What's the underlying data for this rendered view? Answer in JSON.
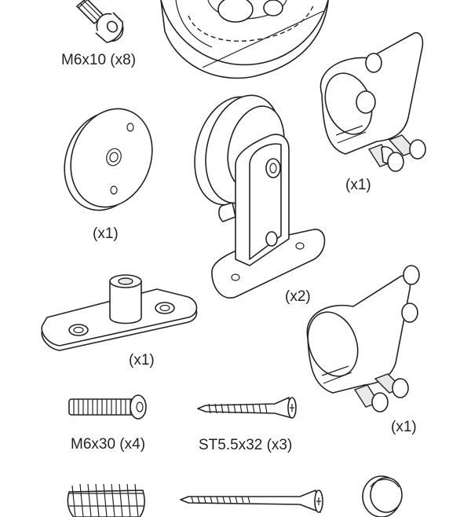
{
  "labels": {
    "m6x10": "M6x10 (x8)",
    "disc": "(x1)",
    "clamp_top": "(x1)",
    "roller": "(x2)",
    "floor_guide": "(x1)",
    "clamp_bottom": "(x1)",
    "m6x30": "M6x30 (x4)",
    "st55x32": "ST5.5x32 (x3)"
  },
  "colors": {
    "line": "#222222",
    "fill": "#ffffff",
    "shade": "#e9e9e9"
  },
  "parts": [
    "screw-m6x10-icon",
    "detail-circle-icon",
    "mounting-disc-icon",
    "roller-bracket-icon",
    "pipe-clamp-top-icon",
    "floor-guide-icon",
    "pipe-clamp-bottom-icon",
    "screw-m6x30-icon",
    "screw-st55x32-icon",
    "wall-anchor-icon",
    "long-screw-icon",
    "end-cap-icon"
  ]
}
